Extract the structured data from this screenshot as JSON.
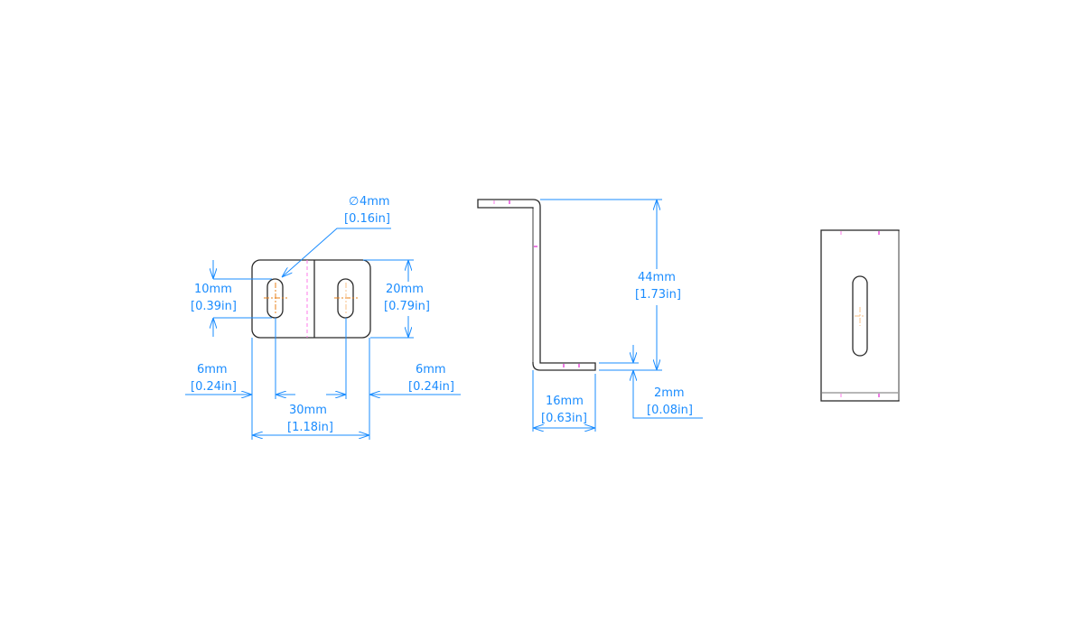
{
  "drawing": {
    "colors": {
      "part_outline": "#2b2b2b",
      "dimension": "#1a8cff",
      "hidden_line": "#e020d0",
      "center_mark": "#e8801a"
    },
    "views": {
      "front_view": {
        "hole_diameter": {
          "primary": "4mm",
          "secondary": "[0.16in]"
        },
        "slot_length": {
          "primary": "10mm",
          "secondary": "[0.39in]"
        },
        "height": {
          "primary": "20mm",
          "secondary": "[0.79in]"
        },
        "left_offset": {
          "primary": "6mm",
          "secondary": "[0.24in]"
        },
        "right_offset": {
          "primary": "6mm",
          "secondary": "[0.24in]"
        },
        "width": {
          "primary": "30mm",
          "secondary": "[1.18in]"
        }
      },
      "side_view": {
        "overall_height": {
          "primary": "44mm",
          "secondary": "[1.73in]"
        },
        "flange_length": {
          "primary": "16mm",
          "secondary": "[0.63in]"
        },
        "thickness": {
          "primary": "2mm",
          "secondary": "[0.08in]"
        }
      },
      "end_view": {}
    },
    "diameter_symbol": "∅"
  }
}
